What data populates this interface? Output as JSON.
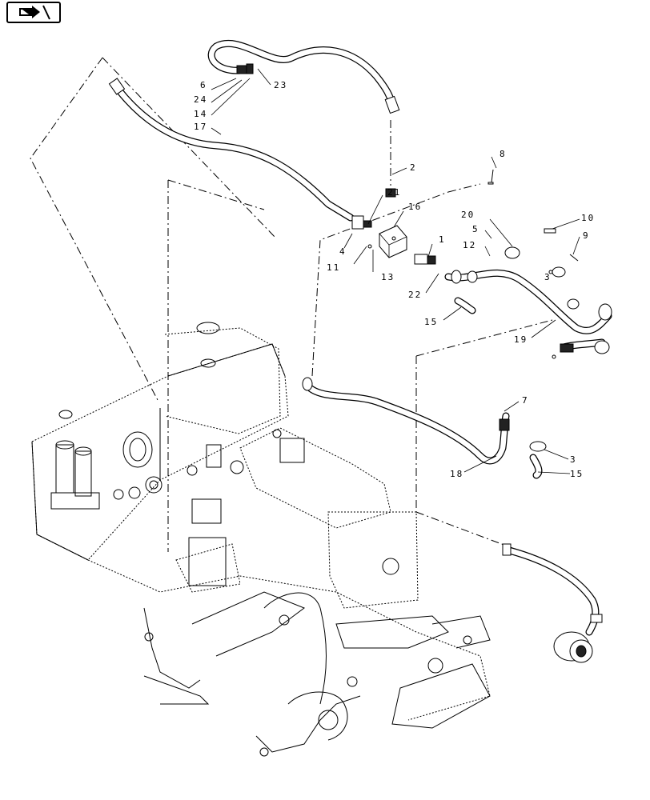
{
  "diagram": {
    "nav_icon": "next-page-arrow-icon",
    "callouts": [
      "1",
      "2",
      "3",
      "4",
      "5",
      "6",
      "7",
      "8",
      "9",
      "10",
      "11",
      "12",
      "13",
      "14",
      "15",
      "15",
      "16",
      "17",
      "18",
      "19",
      "20",
      "21",
      "22",
      "23",
      "24",
      "3"
    ]
  }
}
